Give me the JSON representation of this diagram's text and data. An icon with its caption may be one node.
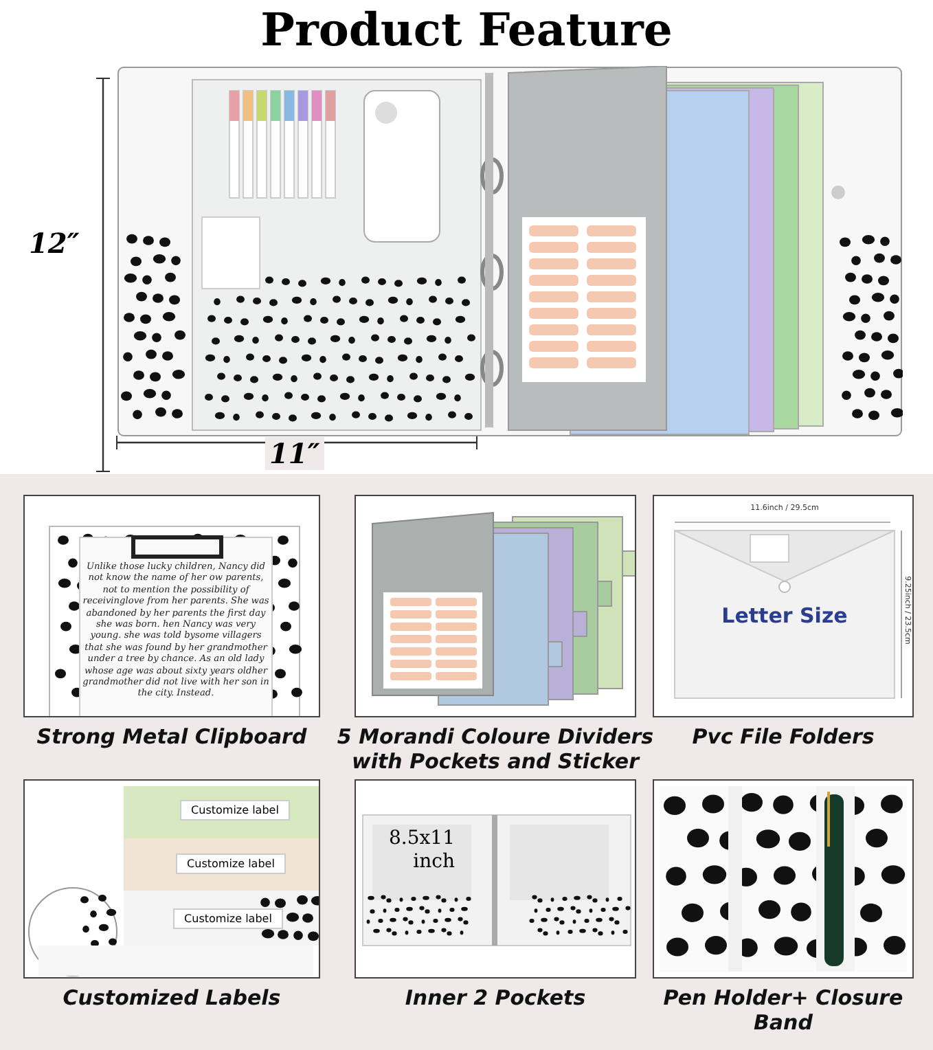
{
  "diagram": {
    "title": "Product Feature",
    "nodes": [
      {
        "text": [],
        "shape": "picture"
      },
      {
        "text": [
          "Unlike those lucky children, Nancy did not know the name of her ow parents, not to mention the possibility of receivinglove from her parents. She was abandoned by her parents the first day she was born. hen Nancy was very young. she was told bysome villagers that she was found by her grandmother under a tree by chance. As an old lady whose age was about sixty years oldher grandmother did not live with her son in the city. Instead.",
          "Strong Metal Clipboard"
        ]
      },
      {
        "text": [
          "5 Morandi Coloure Dividers with Pockets and Sticker"
        ]
      },
      {
        "text": [
          "11.6inch / 29.5cm",
          "9.25inch / 23.5cm",
          "Letter Size",
          "Pvc File Folders"
        ]
      },
      {
        "text": [
          "Customize label",
          "Customize label",
          "Customize label",
          "Customized Labels"
        ]
      },
      {
        "text": [
          "8.5x11 inch",
          "Inner 2 Pockets"
        ]
      },
      {
        "text": [
          "Pen Holder+ Closure Band"
        ]
      }
    ],
    "labels": [
      "12″",
      "11″"
    ]
  }
}
